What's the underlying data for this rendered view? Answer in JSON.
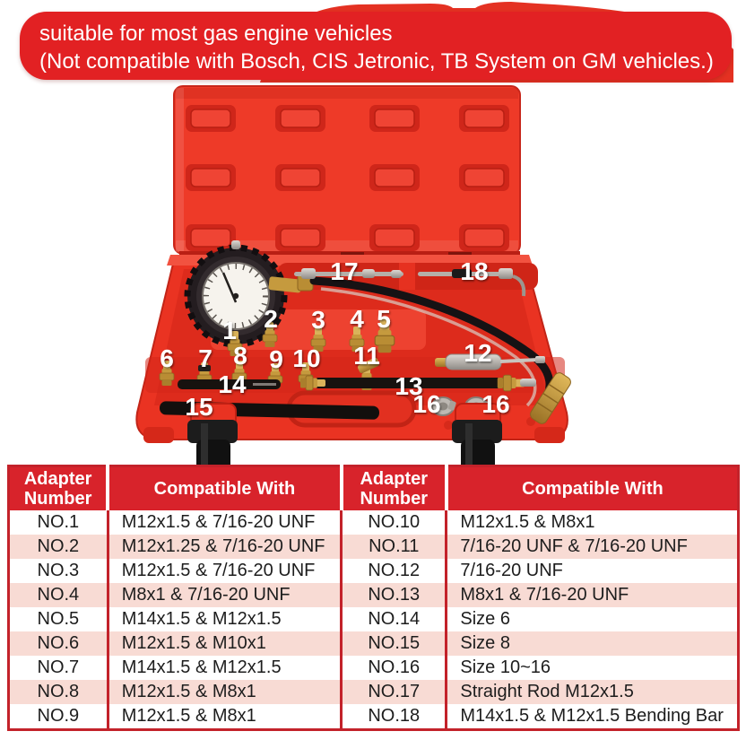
{
  "banner": {
    "line1": "suitable for most gas engine vehicles",
    "line2": "(Not compatible with Bosch, CIS Jetronic, TB System on GM vehicles.)"
  },
  "photo": {
    "numbers": {
      "n1": "1",
      "n2": "2",
      "n3": "3",
      "n4": "4",
      "n5": "5",
      "n6": "6",
      "n7": "7",
      "n8": "8",
      "n9": "9",
      "n10": "10",
      "n11": "11",
      "n12": "12",
      "n13": "13",
      "n14": "14",
      "n15": "15",
      "n16a": "16",
      "n16b": "16",
      "n17": "17",
      "n18": "18"
    }
  },
  "table": {
    "headers": [
      "Adapter Number",
      "Compatible With",
      "Adapter Number",
      "Compatible With"
    ],
    "rows": [
      {
        "no1": "NO.1",
        "c1": "M12x1.5 & 7/16-20 UNF",
        "no2": "NO.10",
        "c2": "M12x1.5 & M8x1"
      },
      {
        "no1": "NO.2",
        "c1": "M12x1.25 & 7/16-20 UNF",
        "no2": "NO.11",
        "c2": "7/16-20 UNF & 7/16-20 UNF"
      },
      {
        "no1": "NO.3",
        "c1": "M12x1.5 & 7/16-20 UNF",
        "no2": "NO.12",
        "c2": "7/16-20 UNF"
      },
      {
        "no1": "NO.4",
        "c1": "M8x1 & 7/16-20 UNF",
        "no2": "NO.13",
        "c2": "M8x1 & 7/16-20 UNF"
      },
      {
        "no1": "NO.5",
        "c1": "M14x1.5 & M12x1.5",
        "no2": "NO.14",
        "c2": "Size 6"
      },
      {
        "no1": "NO.6",
        "c1": "M12x1.5 & M10x1",
        "no2": "NO.15",
        "c2": "Size 8"
      },
      {
        "no1": "NO.7",
        "c1": "M14x1.5 & M12x1.5",
        "no2": "NO.16",
        "c2": "Size 10~16"
      },
      {
        "no1": "NO.8",
        "c1": "M12x1.5 & M8x1",
        "no2": "NO.17",
        "c2": "Straight Rod M12x1.5"
      },
      {
        "no1": "NO.9",
        "c1": "M12x1.5 & M8x1",
        "no2": "NO.18",
        "c2": "M14x1.5 & M12x1.5 Bending Bar"
      }
    ]
  },
  "colors": {
    "banner_red": "#e22123",
    "case_red": "#ee3a28",
    "table_header_red": "#d8232b",
    "row_pink": "#f8dbd4",
    "border_red": "#c3222a",
    "brass": "#c59a3e"
  }
}
